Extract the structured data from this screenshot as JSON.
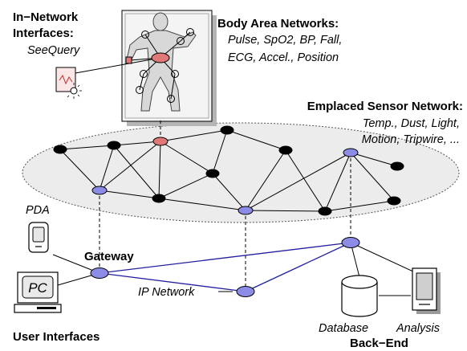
{
  "labels": {
    "in_network_title_1": "In−Network",
    "in_network_title_2": "Interfaces:",
    "in_network_sub": "SeeQuery",
    "ban_title": "Body Area Networks:",
    "ban_sub_1": "Pulse, SpO2, BP, Fall,",
    "ban_sub_2": "ECG, Accel., Position",
    "esn_title": "Emplaced Sensor Network:",
    "esn_sub_1": "Temp., Dust, Light,",
    "esn_sub_2": "Motion, Tripwire, ...",
    "pda": "PDA",
    "gateway": "Gateway",
    "ip_network": "IP Network",
    "pc_screen": "PC",
    "user_interfaces": "User Interfaces",
    "database": "Database",
    "analysis": "Analysis",
    "back_end": "Back−End"
  },
  "colors": {
    "sensor_node": "#000000",
    "ban_node": "#e07878",
    "ip_node": "#8c8ce6",
    "ip_link": "#2020a0",
    "field": "#ececec",
    "body": "#d8d8d8",
    "ban_panel": "#f4f4f4"
  },
  "icons": {
    "pda": "pda-icon",
    "pc": "computer-icon",
    "database": "database-icon",
    "analysis": "tablet-icon",
    "body": "human-figure-icon",
    "seequery": "query-device-icon"
  }
}
